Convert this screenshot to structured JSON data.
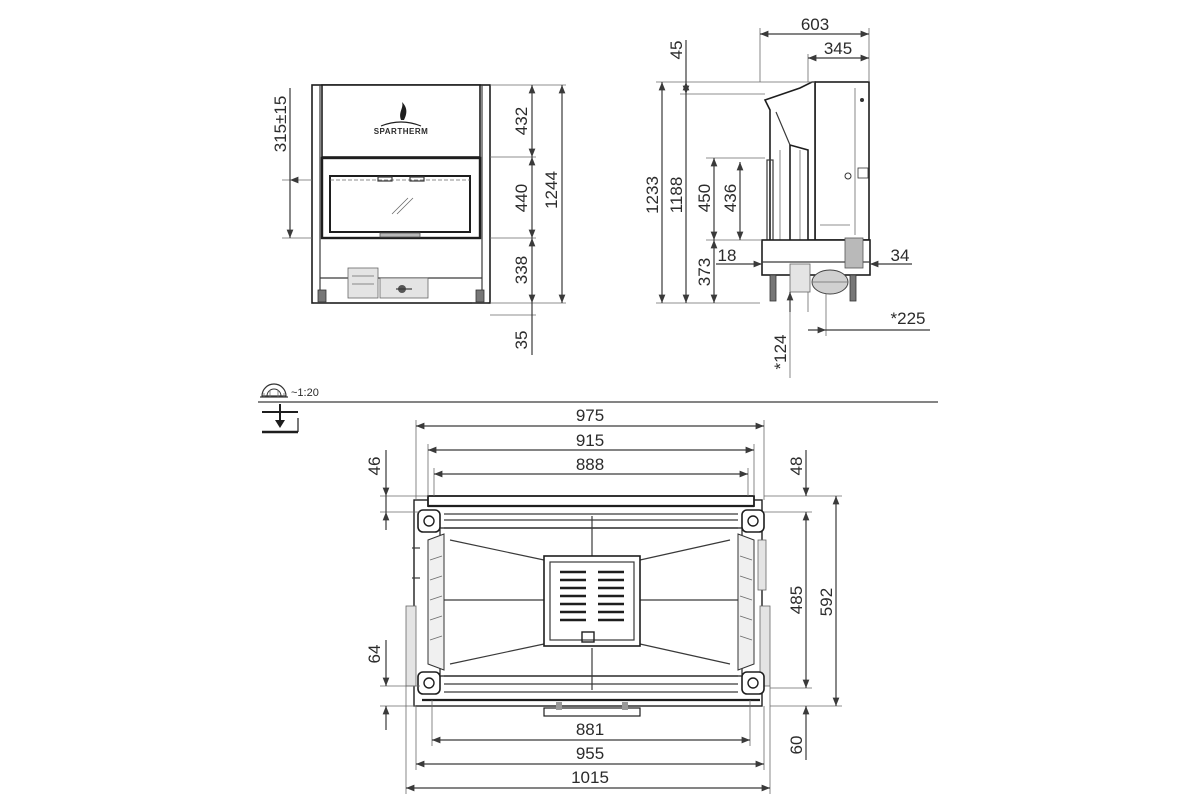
{
  "front_view": {
    "brand": "SPARTHERM",
    "dims": {
      "top_height": "432",
      "window_height": "440",
      "total_height": "1244",
      "base_height": "338",
      "foot_height": "35",
      "opening_offset": "315±15"
    }
  },
  "side_view": {
    "dims": {
      "total_depth": "603",
      "body_depth": "345",
      "top_offset": "45",
      "height_a": "1233",
      "height_b": "1188",
      "window_a": "450",
      "window_b": "436",
      "base": "373",
      "left_gap": "18",
      "right_gap": "34",
      "duct_depth": "*225",
      "duct_height": "*124"
    }
  },
  "scale": {
    "icon": "scale-icon",
    "label": "~1:20"
  },
  "plan_view": {
    "icon": "section-cut-icon",
    "dims": {
      "width_975": "975",
      "width_915": "915",
      "width_888": "888",
      "width_881": "881",
      "width_955": "955",
      "width_1015": "1015",
      "left_top": "46",
      "right_top": "48",
      "left_bottom": "64",
      "right_bottom": "60",
      "depth_485": "485",
      "depth_592": "592"
    }
  }
}
